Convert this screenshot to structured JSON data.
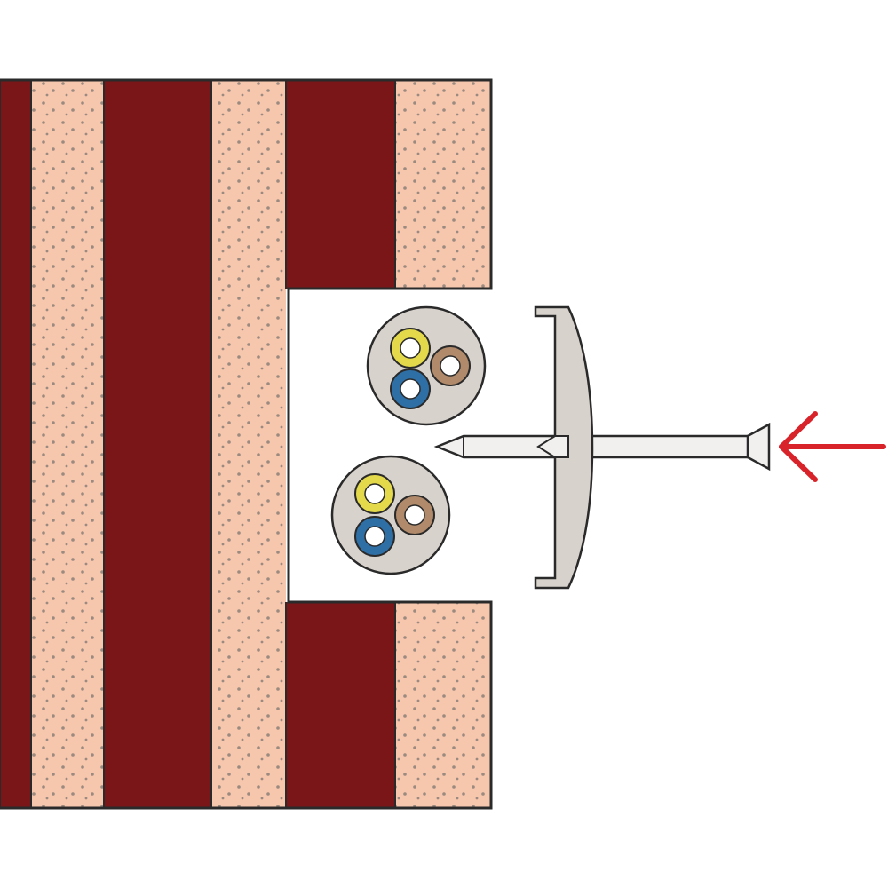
{
  "colors": {
    "background": "#ffffff",
    "brick": "#7a1518",
    "plaster": "#f6c6ad",
    "plaster_dots": "#9a8a80",
    "outline": "#2a2a2a",
    "cable_sheath": "#d8d2cc",
    "conductor_yellow": "#e3d94a",
    "conductor_brown": "#b08a6a",
    "conductor_blue": "#2e6fa6",
    "conductor_core": "#ffffff",
    "clip": "#d8d2cc",
    "nail": "#f2f0ee",
    "arrow": "#d9232b"
  },
  "diagram": {
    "wall_layers": [
      "brick",
      "plaster",
      "brick",
      "plaster",
      "brick",
      "plaster"
    ],
    "cables": [
      {
        "conductors": [
          "conductor_yellow",
          "conductor_brown",
          "conductor_blue"
        ]
      },
      {
        "conductors": [
          "conductor_yellow",
          "conductor_brown",
          "conductor_blue"
        ]
      }
    ],
    "fastener": "clip-with-nail",
    "arrow_direction": "left"
  }
}
